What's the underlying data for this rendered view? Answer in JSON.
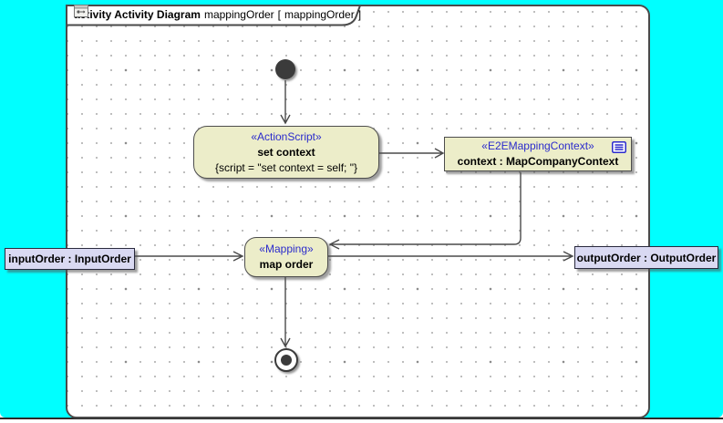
{
  "frame_title": {
    "emphasis": "activity Activity Diagram",
    "name": "mappingOrder",
    "bracket_open": "[",
    "ref_name": "mappingOrder",
    "bracket_close": "]"
  },
  "nodes": {
    "set_context": {
      "stereotype": "«ActionScript»",
      "name": "set context",
      "script": "{script = \"set context = self; \"}"
    },
    "context_object": {
      "stereotype": "«E2EMappingContext»",
      "name": "context : MapCompanyContext"
    },
    "map_order": {
      "stereotype": "«Mapping»",
      "name": "map order"
    },
    "input_param": {
      "name": "inputOrder : InputOrder"
    },
    "output_param": {
      "name": "outputOrder : OutputOrder"
    }
  },
  "colors": {
    "canvas_background": "#00FFFF",
    "node_fill": "#ECEDC9",
    "parameter_fill": "#D9D9F2",
    "stereotype_text": "#2B2BCC",
    "line_color": "#4A4A4A"
  }
}
